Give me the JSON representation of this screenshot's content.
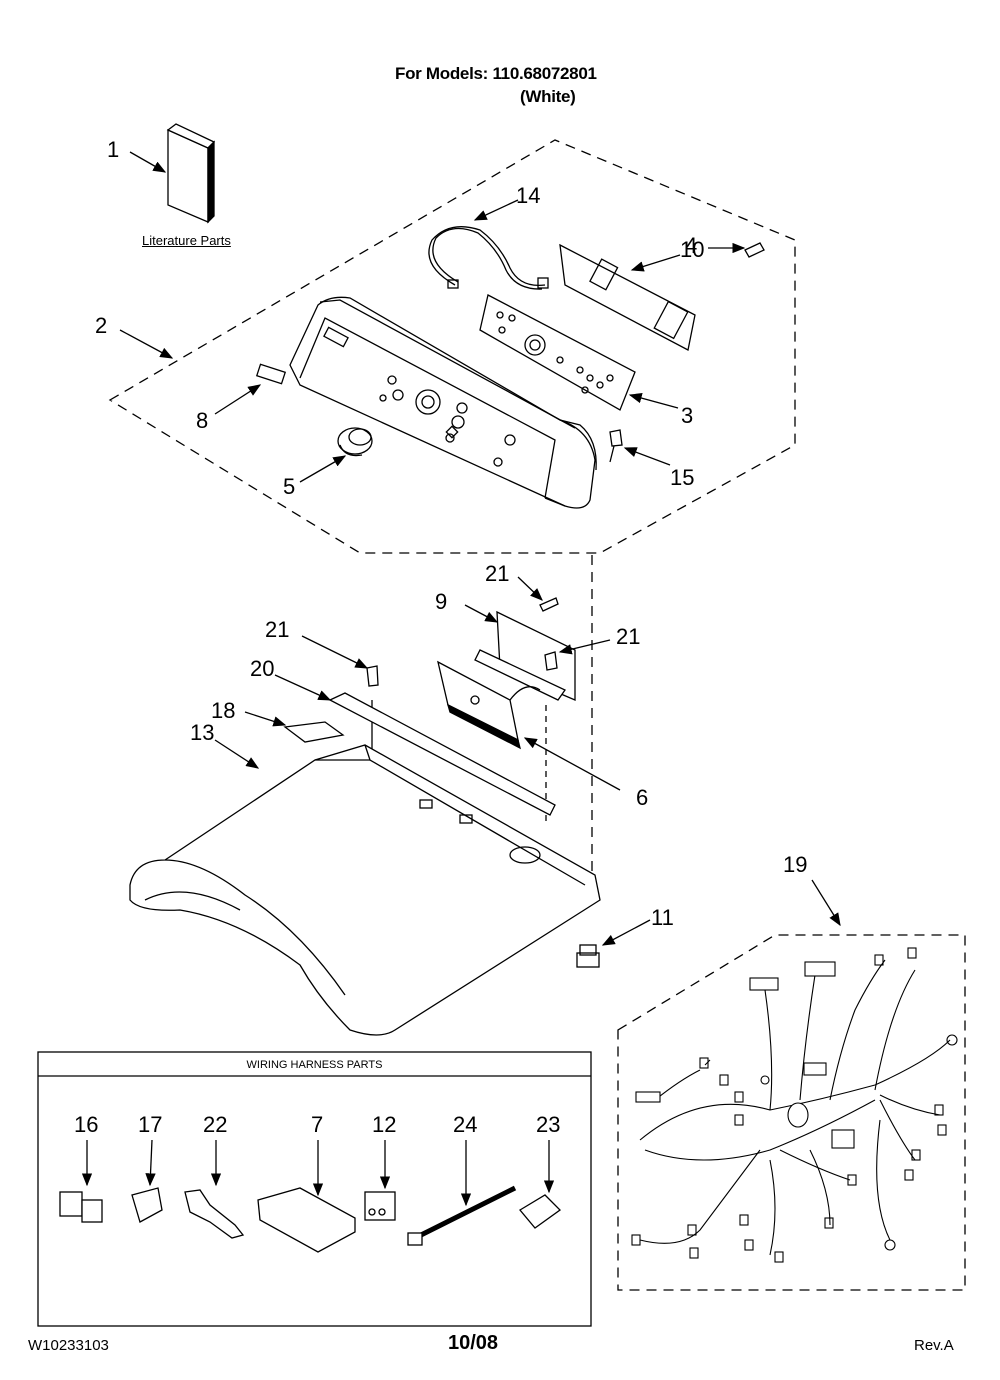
{
  "header": {
    "title_line1": "For Models: 110.68072801",
    "title_line2": "(White)"
  },
  "literature_label": "Literature Parts",
  "wiring_box_title": "WIRING HARNESS PARTS",
  "callouts": {
    "c1": "1",
    "c2": "2",
    "c3": "3",
    "c4": "4",
    "c5": "5",
    "c6": "6",
    "c8": "8",
    "c9": "9",
    "c10": "10",
    "c11": "11",
    "c13": "13",
    "c14": "14",
    "c15": "15",
    "c18": "18",
    "c19": "19",
    "c20": "20",
    "c21a": "21",
    "c21b": "21",
    "c21c": "21"
  },
  "wiring_parts": [
    "16",
    "17",
    "22",
    "7",
    "12",
    "24",
    "23"
  ],
  "footer": {
    "doc_number": "W10233103",
    "date": "10/08",
    "revision": "Rev.A"
  }
}
